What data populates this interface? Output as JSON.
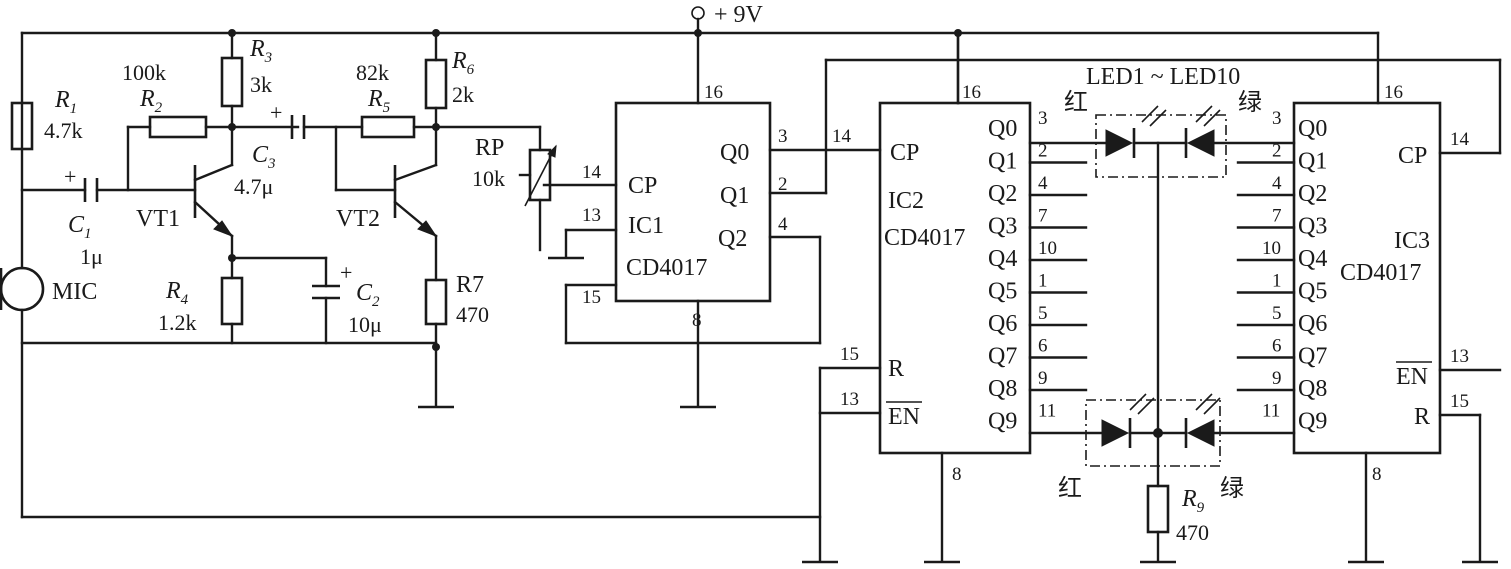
{
  "supply": {
    "label": "+ 9V"
  },
  "components": {
    "R1": {
      "name": "R1",
      "value": "4.7k"
    },
    "R2": {
      "name": "R2",
      "value": "100k"
    },
    "R3": {
      "name": "R3",
      "value": "3k"
    },
    "R4": {
      "name": "R4",
      "value": "1.2k"
    },
    "R5": {
      "name": "R5",
      "value": "82k"
    },
    "R6": {
      "name": "R6",
      "value": "2k"
    },
    "R7": {
      "name": "R7",
      "value": "470"
    },
    "R9": {
      "name": "R9",
      "value": "470"
    },
    "RP": {
      "name": "RP",
      "value": "10k"
    },
    "C1": {
      "name": "C1",
      "value": "1μ"
    },
    "C2": {
      "name": "C2",
      "value": "10μ"
    },
    "C3": {
      "name": "C3",
      "value": "4.7μ"
    },
    "VT1": {
      "name": "VT1"
    },
    "VT2": {
      "name": "VT2"
    },
    "MIC": {
      "name": "MIC"
    }
  },
  "ic1": {
    "name": "IC1",
    "part": "CD4017",
    "cp": "CP",
    "q0": "Q0",
    "q1": "Q1",
    "q2": "Q2",
    "p16": "16",
    "p14": "14",
    "p13": "13",
    "p15": "15",
    "p8": "8",
    "p3": "3",
    "p2": "2",
    "p4": "4"
  },
  "ic2": {
    "name": "IC2",
    "part": "CD4017",
    "cp": "CP",
    "r": "R",
    "en": "EN",
    "p16": "16",
    "p14": "14",
    "p15": "15",
    "p13": "13",
    "p8": "8",
    "outputs": [
      {
        "label": "Q0",
        "pin": "3"
      },
      {
        "label": "Q1",
        "pin": "2"
      },
      {
        "label": "Q2",
        "pin": "4"
      },
      {
        "label": "Q3",
        "pin": "7"
      },
      {
        "label": "Q4",
        "pin": "10"
      },
      {
        "label": "Q5",
        "pin": "1"
      },
      {
        "label": "Q6",
        "pin": "5"
      },
      {
        "label": "Q7",
        "pin": "6"
      },
      {
        "label": "Q8",
        "pin": "9"
      },
      {
        "label": "Q9",
        "pin": "11"
      }
    ]
  },
  "ic3": {
    "name": "IC3",
    "part": "CD4017",
    "cp": "CP",
    "r": "R",
    "en": "EN",
    "p16": "16",
    "p14": "14",
    "p13": "13",
    "p15": "15",
    "p8": "8",
    "outputs": [
      {
        "label": "Q0",
        "pin": "3"
      },
      {
        "label": "Q1",
        "pin": "2"
      },
      {
        "label": "Q2",
        "pin": "4"
      },
      {
        "label": "Q3",
        "pin": "7"
      },
      {
        "label": "Q4",
        "pin": "10"
      },
      {
        "label": "Q5",
        "pin": "1"
      },
      {
        "label": "Q6",
        "pin": "5"
      },
      {
        "label": "Q7",
        "pin": "6"
      },
      {
        "label": "Q8",
        "pin": "9"
      },
      {
        "label": "Q9",
        "pin": "11"
      }
    ]
  },
  "leds": {
    "range": "LED1 ~ LED10",
    "red": "红",
    "green": "绿"
  }
}
